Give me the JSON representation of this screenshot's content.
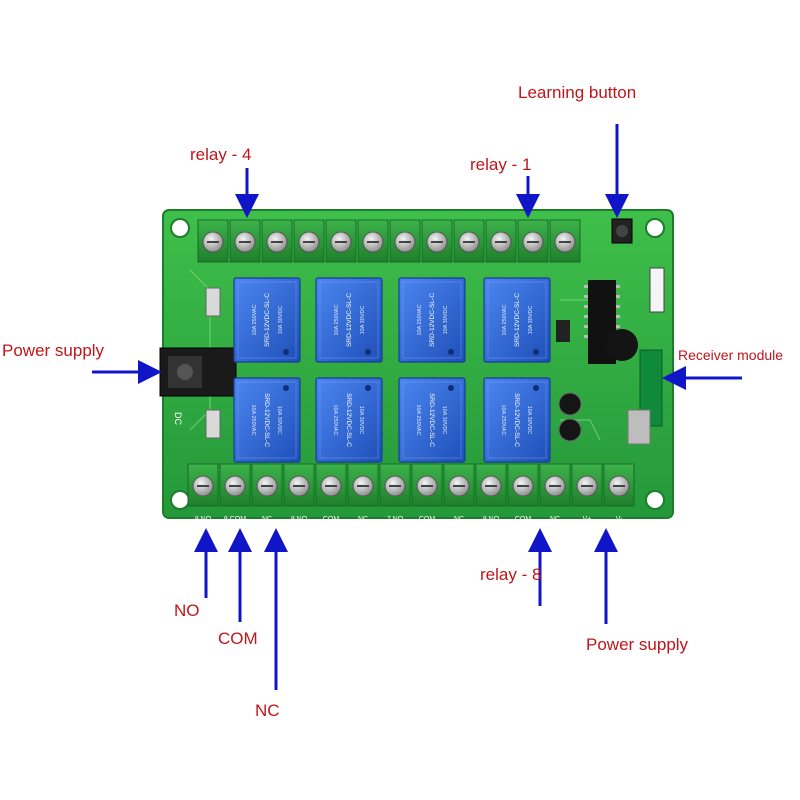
{
  "labels": {
    "learning_button": "Learning button",
    "relay_4": "relay - 4",
    "relay_1": "relay - 1",
    "power_supply_left": "Power supply",
    "receiver_module": "Receiver module",
    "no": "NO",
    "com": "COM",
    "nc": "NC",
    "relay_8": "relay - 8",
    "power_supply_bottom": "Power supply"
  },
  "board": {
    "dc_jack_label": "DC",
    "relay_top_text": "SRD-12VDC-SL-C",
    "relay_bottom_text": "SRD-12VDC-SL-C",
    "relay_rating_1": "10A 250VAC",
    "relay_rating_2": "10A 30VDC",
    "terminal_bottom_labels": [
      "8 NO",
      "8 COM",
      "NC",
      "8 NO",
      "COM",
      "NC",
      "7 NO",
      "COM",
      "NC",
      "8 NO",
      "COM",
      "NC",
      "V+",
      "V-"
    ]
  },
  "colors": {
    "label": "#c0151b",
    "arrow": "#1016c8",
    "board": "#2fae3c",
    "terminal": "#2a9a37",
    "relay": "#2c5fd0"
  }
}
